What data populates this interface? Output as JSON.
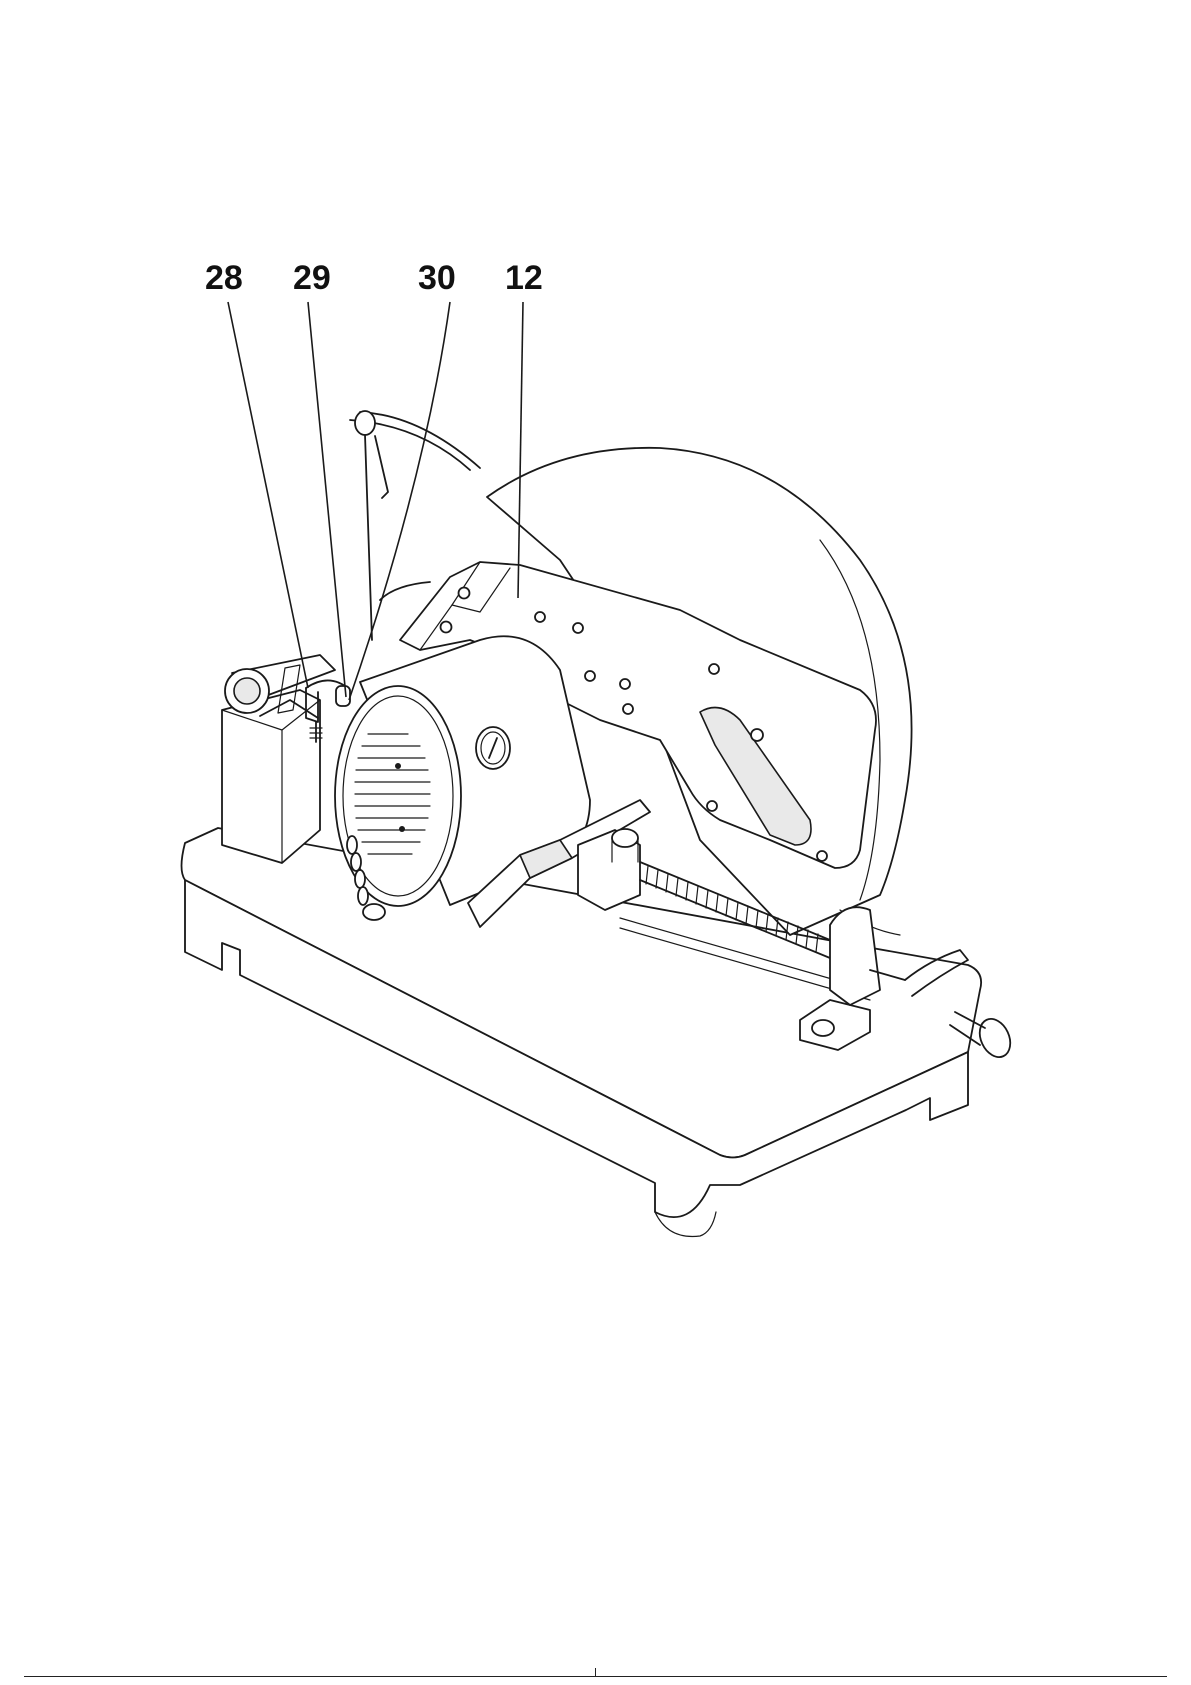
{
  "callouts": [
    {
      "label": "28",
      "name": "callout-28"
    },
    {
      "label": "29",
      "name": "callout-29"
    },
    {
      "label": "30",
      "name": "callout-30"
    },
    {
      "label": "12",
      "name": "callout-12"
    }
  ],
  "colors": {
    "ink": "#1a1a1a",
    "paper": "#ffffff",
    "shade": "#e9e9e9"
  }
}
